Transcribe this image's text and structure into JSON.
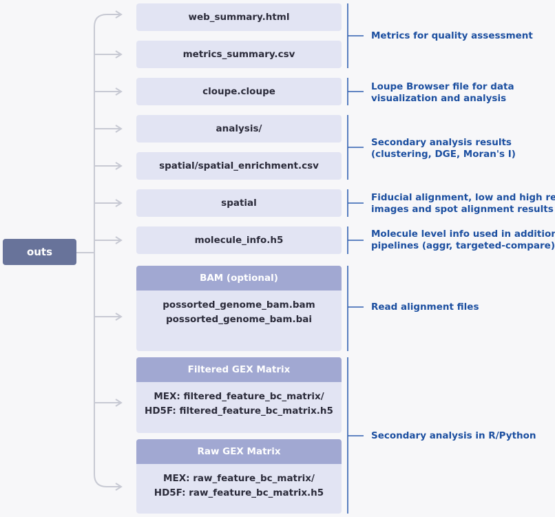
{
  "root": {
    "label": "outs"
  },
  "files": [
    {
      "label": "web_summary.html"
    },
    {
      "label": "metrics_summary.csv"
    },
    {
      "label": "cloupe.cloupe"
    },
    {
      "label": "analysis/"
    },
    {
      "label": "spatial/spatial_enrichment.csv"
    },
    {
      "label": "spatial"
    },
    {
      "label": "molecule_info.h5"
    }
  ],
  "groups": [
    {
      "header": "BAM (optional)",
      "lines": [
        "possorted_genome_bam.bam",
        "possorted_genome_bam.bai"
      ]
    },
    {
      "header": "Filtered GEX Matrix",
      "lines": [
        "MEX: filtered_feature_bc_matrix/",
        "HD5F: filtered_feature_bc_matrix.h5"
      ]
    },
    {
      "header": "Raw GEX Matrix",
      "lines": [
        "MEX: raw_feature_bc_matrix/",
        "HD5F: raw_feature_bc_matrix.h5"
      ]
    }
  ],
  "descriptions": [
    {
      "lines": [
        "Metrics for quality assessment"
      ]
    },
    {
      "lines": [
        "Loupe Browser file for data",
        "visualization and analysis"
      ]
    },
    {
      "lines": [
        "Secondary analysis results",
        "(clustering, DGE, Moran's I)"
      ]
    },
    {
      "lines": [
        "Fiducial alignment, low and high res",
        "images and spot alignment results"
      ]
    },
    {
      "lines": [
        "Molecule level info used in additional",
        "pipelines (aggr, targeted-compare)"
      ]
    },
    {
      "lines": [
        "Read alignment files"
      ]
    },
    {
      "lines": [
        "Secondary analysis in R/Python"
      ]
    }
  ],
  "colors": {
    "connector": "#c7c9d3",
    "bracket": "#2f5fb0",
    "root_fill": "#68739a",
    "box_fill": "#e2e4f3",
    "header_fill": "#a1a8d2",
    "description_text": "#1c4fa0"
  }
}
